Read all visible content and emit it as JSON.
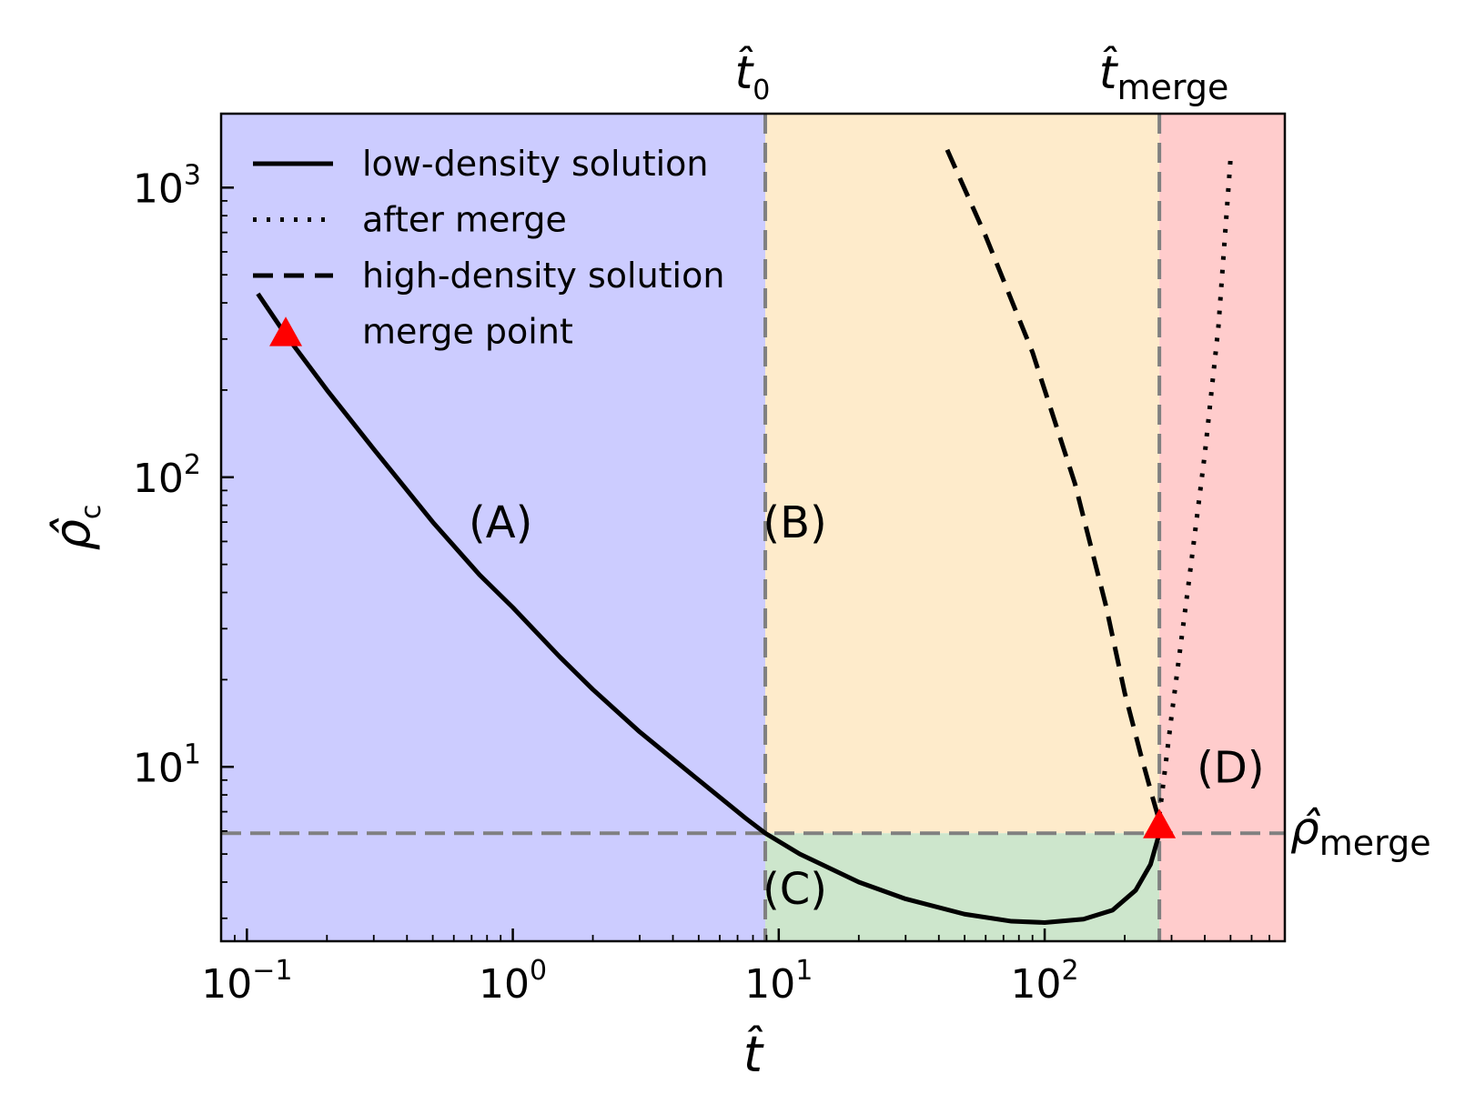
{
  "chart_data": {
    "type": "line",
    "xscale": "log",
    "yscale": "log",
    "xlim": [
      0.08,
      800
    ],
    "ylim": [
      2.5,
      1800
    ],
    "grid": false,
    "legend_position": "upper-left",
    "xlabel": "t̂",
    "ylabel": "ρ̂",
    "ylabel_sub": "c",
    "x_ticks": [
      {
        "value": 0.1,
        "base": "10",
        "exp": "−1"
      },
      {
        "value": 1,
        "base": "10",
        "exp": "0"
      },
      {
        "value": 10,
        "base": "10",
        "exp": "1"
      },
      {
        "value": 100,
        "base": "10",
        "exp": "2"
      }
    ],
    "y_ticks": [
      {
        "value": 10,
        "base": "10",
        "exp": "1"
      },
      {
        "value": 100,
        "base": "10",
        "exp": "2"
      },
      {
        "value": 1000,
        "base": "10",
        "exp": "3"
      }
    ],
    "t0": 8.9,
    "t_merge": 270,
    "rho_merge": 5.9,
    "reference_lines": {
      "t0_label": "t̂",
      "t0_sub": "0",
      "t_merge_label": "t̂",
      "t_merge_sub": "merge",
      "rho_merge_label": "ρ̂",
      "rho_merge_sub": "merge"
    },
    "regions": [
      {
        "label": "(A)",
        "color": "#ccccff",
        "x": [
          0.08,
          8.9
        ],
        "y": [
          2.5,
          1800
        ],
        "label_at": [
          0.9,
          68
        ]
      },
      {
        "label": "(B)",
        "color": "#feebcb",
        "x": [
          8.9,
          270
        ],
        "y": [
          5.9,
          1800
        ],
        "label_at": [
          11.5,
          68
        ]
      },
      {
        "label": "(C)",
        "color": "#cde6cc",
        "x": [
          8.9,
          270
        ],
        "y": [
          2.5,
          5.9
        ],
        "label_at": [
          11.5,
          3.7
        ]
      },
      {
        "label": "(D)",
        "color": "#ffcccc",
        "x": [
          270,
          800
        ],
        "y": [
          2.5,
          1800
        ],
        "label_at": [
          500,
          9.7
        ]
      }
    ],
    "series": [
      {
        "name": "low-density solution",
        "style": "solid",
        "color": "#000000",
        "x": [
          0.11,
          0.14,
          0.2,
          0.3,
          0.5,
          0.75,
          1,
          1.5,
          2,
          3,
          5,
          7.5,
          8.9,
          12,
          20,
          30,
          50,
          75,
          100,
          140,
          180,
          220,
          250,
          270
        ],
        "y": [
          430,
          310,
          200,
          125,
          70,
          46,
          35.5,
          24,
          18.5,
          13.2,
          9.0,
          6.65,
          5.9,
          5.0,
          4.0,
          3.5,
          3.1,
          2.93,
          2.9,
          2.98,
          3.2,
          3.75,
          4.6,
          5.9
        ]
      },
      {
        "name": "after merge",
        "style": "dotted",
        "color": "#000000",
        "x": [
          270,
          300,
          350,
          400,
          450,
          500
        ],
        "y": [
          6.8,
          15,
          45,
          120,
          330,
          1260
        ]
      },
      {
        "name": "high-density solution",
        "style": "dashed",
        "color": "#000000",
        "x": [
          43,
          60,
          90,
          130,
          170,
          200,
          230,
          255,
          270
        ],
        "y": [
          1350,
          680,
          270,
          95,
          36,
          18,
          11,
          7.8,
          6.5
        ]
      }
    ],
    "merge_points": {
      "name": "merge point",
      "color": "#ff0000",
      "marker": "triangle",
      "points": [
        [
          0.14,
          310
        ],
        [
          270,
          6.2
        ]
      ]
    }
  }
}
